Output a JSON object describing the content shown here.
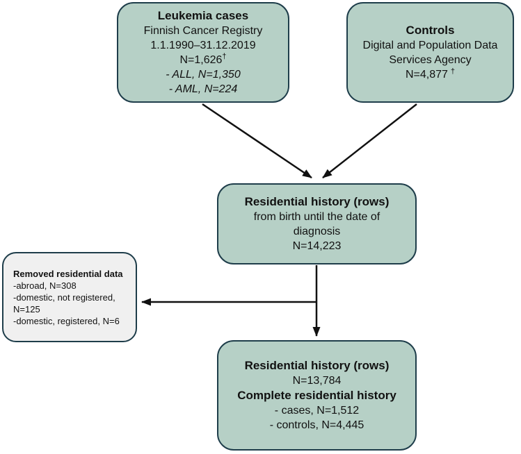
{
  "colors": {
    "box_fill_green": "#b6d0c6",
    "box_fill_gray": "#f0f0f0",
    "box_border": "#1e3d4a",
    "arrow": "#111111"
  },
  "boxes": {
    "leukemia_cases": {
      "title": "Leukemia cases",
      "source": "Finnish Cancer Registry",
      "period": "1.1.1990–31.12.2019",
      "n_value": "N=1,626",
      "dagger": "†",
      "all_line": "- ALL, N=1,350",
      "aml_line": "- AML, N=224"
    },
    "controls": {
      "title": "Controls",
      "source_line1": "Digital and Population Data",
      "source_line2": "Services Agency",
      "n_value": "N=4,877",
      "dagger": "†"
    },
    "residential_history": {
      "title": "Residential history (rows)",
      "desc_line1": "from birth until the date of",
      "desc_line2": "diagnosis",
      "n_value": "N=14,223"
    },
    "removed_data": {
      "title": "Removed residential data",
      "item1": "-abroad, N=308",
      "item2": "-domestic, not registered,",
      "item2b": "N=125",
      "item3": "-domestic, registered, N=6"
    },
    "complete_history": {
      "title": "Residential history (rows)",
      "n_value": "N=13,784",
      "subtitle": "Complete residential history",
      "cases_line": "- cases, N=1,512",
      "controls_line": "- controls, N=4,445"
    }
  }
}
